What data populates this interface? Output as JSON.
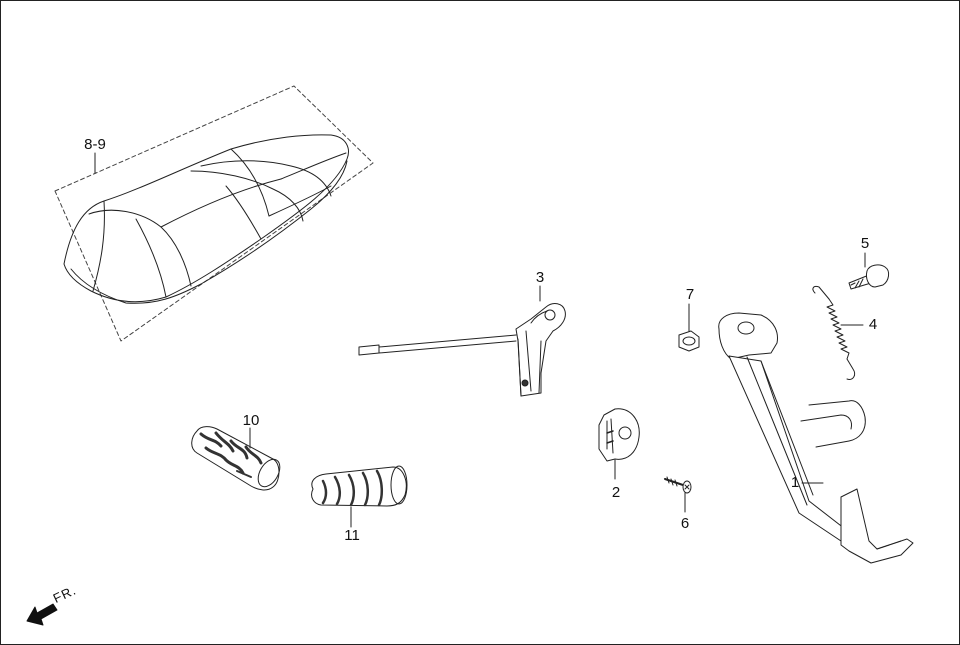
{
  "diagram": {
    "direction_label": "FR.",
    "callouts": {
      "seat": "8-9",
      "grip_left": "10",
      "grip_right": "11",
      "linkage": "3",
      "side_stand": "1",
      "spring": "4",
      "pin": "5",
      "nut": "7",
      "cover": "2",
      "bolt": "6"
    }
  },
  "colors": {
    "line": "#222222",
    "fill": "#ffffff",
    "shade": "#555555"
  }
}
